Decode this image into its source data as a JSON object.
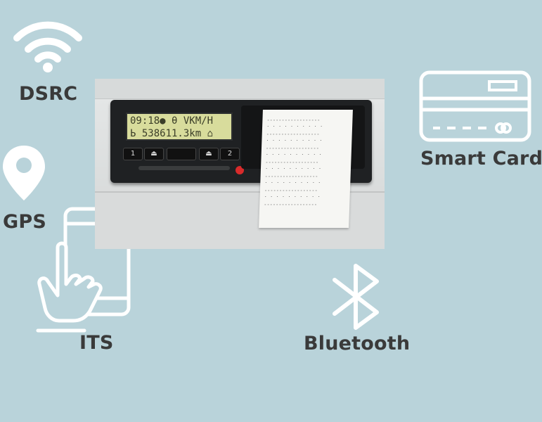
{
  "features": {
    "dsrc": {
      "label": "DSRC",
      "icon": "wifi-icon"
    },
    "gps": {
      "label": "GPS",
      "icon": "location-pin-icon"
    },
    "its": {
      "label": "ITS",
      "icon": "hand-tapping-phone-icon"
    },
    "smart_card": {
      "label": "Smart Card",
      "icon": "credit-card-icon"
    },
    "bluetooth": {
      "label": "Bluetooth",
      "icon": "bluetooth-icon"
    }
  },
  "device_display": {
    "line1": "09:18● θ   VKM/H",
    "line2": "Ь  538611.3km  ⌂",
    "buttons": [
      "1",
      "⏏",
      "⏏",
      "2"
    ]
  },
  "colors": {
    "background": "#b9d3da",
    "icon": "#ffffff",
    "text": "#3a3a3a"
  }
}
